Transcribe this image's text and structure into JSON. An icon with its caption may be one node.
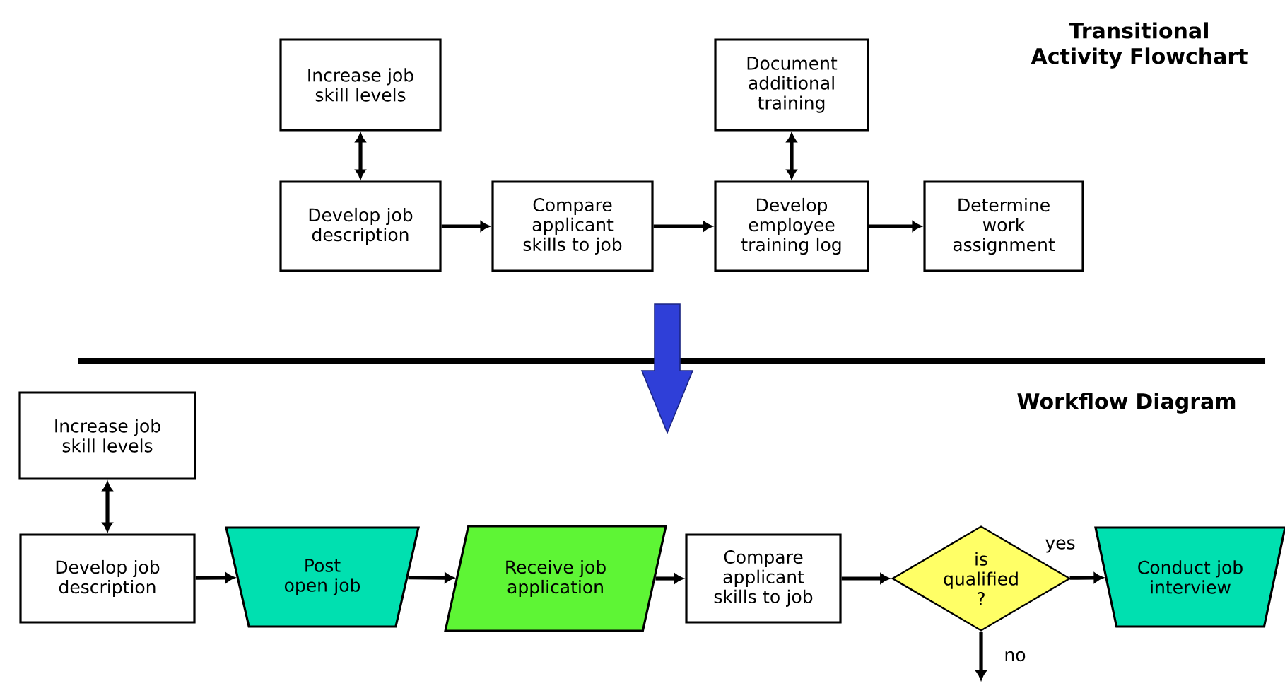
{
  "diagram": {
    "nodes": [
      {
        "text": [
          "Increase job skill levels"
        ]
      },
      {
        "text": [
          "Develop job description"
        ]
      },
      {
        "text": [
          "Compare applicant skills to job"
        ]
      },
      {
        "text": [
          "Document additional training"
        ]
      },
      {
        "text": [
          "Develop employee training log"
        ]
      },
      {
        "text": [
          "Determine work assignment"
        ]
      },
      {
        "text": [
          "Increase job skill levels"
        ]
      },
      {
        "text": [
          "Develop job description"
        ]
      },
      {
        "text": [
          "Post open job"
        ]
      },
      {
        "text": [
          "Receive job application"
        ]
      },
      {
        "text": [
          "Compare applicant skills to job"
        ]
      },
      {
        "text": [
          "is qualified ?"
        ]
      },
      {
        "text": [
          "Conduct job interview"
        ]
      }
    ],
    "edges": [
      {
        "from": 0,
        "to": 1,
        "arrow": "both"
      },
      {
        "from": 1,
        "to": 2,
        "arrow": "to"
      },
      {
        "from": 2,
        "to": 4,
        "arrow": "to"
      },
      {
        "from": 3,
        "to": 4,
        "arrow": "both"
      },
      {
        "from": 4,
        "to": 5,
        "arrow": "to"
      },
      {
        "from": 6,
        "to": 7,
        "arrow": "both"
      },
      {
        "from": 7,
        "to": 8,
        "arrow": "to"
      },
      {
        "from": 8,
        "to": 9,
        "arrow": "to"
      },
      {
        "from": 9,
        "to": 10,
        "arrow": "to"
      },
      {
        "from": 10,
        "to": 11,
        "arrow": "to"
      },
      {
        "from": 11,
        "to": 12,
        "arrow": "to",
        "label": "yes"
      },
      {
        "from": 11,
        "to": null,
        "arrow": "to",
        "label": "no"
      }
    ],
    "labels": [
      "Transitional Activity Flowchart",
      "Workflow Diagram"
    ]
  }
}
